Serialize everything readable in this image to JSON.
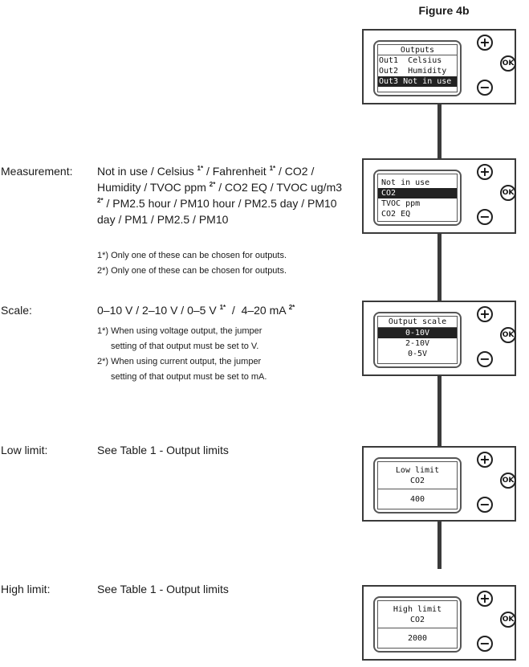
{
  "figure_title": "Figure 4b",
  "sections": {
    "measurement": {
      "label": "Measurement:",
      "text_a": "Not in use / Celsius ",
      "sup_a": "1*",
      "text_b": " / Fahrenheit ",
      "sup_b": "1*",
      "text_c": " / CO2 / Humidity / TVOC ppm ",
      "sup_c": "2*",
      "text_d": " / CO2 EQ / TVOC ug/m3 ",
      "sup_d": "2*",
      "text_e": " / PM2.5 hour / PM10 hour / PM2.5 day / PM10 day / PM1 / PM2.5 / PM10",
      "note1": "1*) Only one of these can be chosen for outputs.",
      "note2": "2*) Only one of these can be chosen for outputs."
    },
    "scale": {
      "label": "Scale:",
      "text_a": "0–10 V / 2–10 V / 0–5 V ",
      "sup_a": "1*",
      "text_b": "  /  4–20 mA ",
      "sup_b": "2*",
      "note1a": "1*) When using voltage output, the jumper",
      "note1b": "setting of that output must be set to V.",
      "note2a": "2*) When using current output, the jumper",
      "note2b": "setting of that output must be set to mA."
    },
    "low_limit": {
      "label": "Low limit:",
      "text": "See Table 1 - Output limits"
    },
    "high_limit": {
      "label": "High limit:",
      "text": "See Table 1 - Output limits"
    }
  },
  "buttons": {
    "plus": "+",
    "minus": "−",
    "ok": "OK"
  },
  "panels": {
    "outputs": {
      "title": "Outputs",
      "rows": [
        "Out1  Celsius",
        "Out2  Humidity",
        "Out3 Not in use"
      ]
    },
    "measurement": {
      "rows": [
        "Not in use",
        "CO2",
        "TVOC ppm",
        "CO2 EQ"
      ]
    },
    "scale": {
      "title": "Output scale",
      "rows": [
        "0-10V",
        "2-10V",
        "0-5V"
      ]
    },
    "low_limit": {
      "title": "Low limit",
      "subtitle": "CO2",
      "value": "400"
    },
    "high_limit": {
      "title": "High limit",
      "subtitle": "CO2",
      "value": "2000"
    }
  }
}
